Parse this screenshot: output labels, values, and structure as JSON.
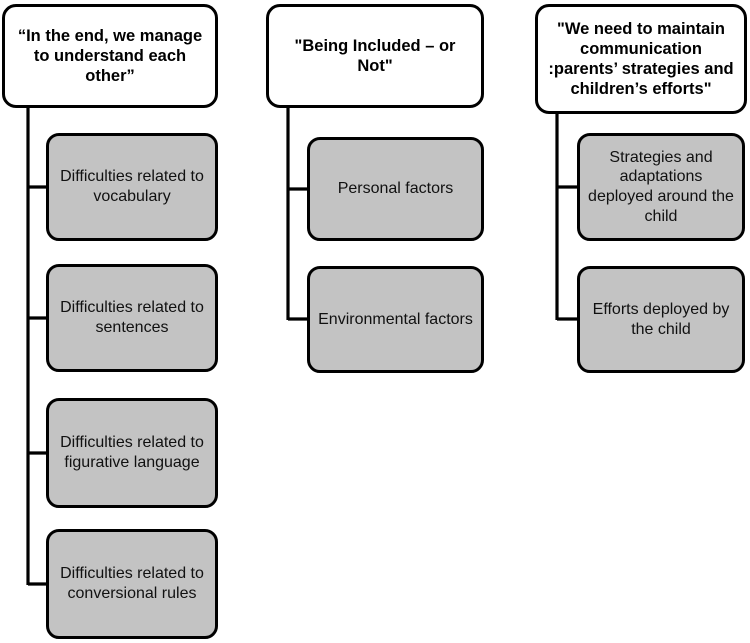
{
  "diagram": {
    "type": "hierarchy-tree",
    "orientation": "top-down-then-left-branch",
    "columns": [
      {
        "id": "column-1",
        "theme": {
          "label": "“In the end, we manage to understand each other”"
        },
        "children": [
          {
            "label": "Difficulties related to vocabulary"
          },
          {
            "label": "Difficulties related to sentences"
          },
          {
            "label": "Difficulties related to figurative language"
          },
          {
            "label": "Difficulties related to conversional rules"
          }
        ]
      },
      {
        "id": "column-2",
        "theme": {
          "label": "\"Being Included – or Not\""
        },
        "children": [
          {
            "label": "Personal factors"
          },
          {
            "label": "Environmental factors"
          }
        ]
      },
      {
        "id": "column-3",
        "theme": {
          "label": "\"We need to maintain communication :parents’ strategies and children’s efforts\""
        },
        "children": [
          {
            "label": "Strategies and adaptations deployed around the child"
          },
          {
            "label": "Efforts deployed by the child"
          }
        ]
      }
    ],
    "style": {
      "theme_fill": "#ffffff",
      "sub_fill": "#c3c3c3",
      "stroke": "#000000",
      "text": "#000000",
      "background": "#ffffff"
    }
  }
}
